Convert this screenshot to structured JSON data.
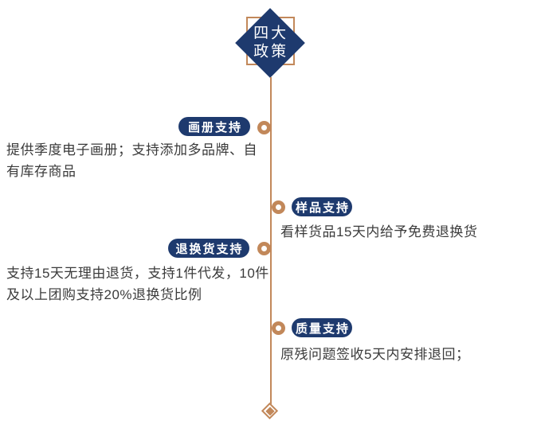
{
  "header": {
    "title_line1": "四大",
    "title_line2": "政策"
  },
  "colors": {
    "navy": "#1e3a6e",
    "tan": "#c2885a",
    "text": "#3b3b3b",
    "background": "#ffffff"
  },
  "sections": [
    {
      "side": "left",
      "label": "画册支持",
      "desc_lines": [
        "提供季度电子画册；支持添加多品牌、自",
        "有库存商品"
      ]
    },
    {
      "side": "right",
      "label": "样品支持",
      "desc_lines": [
        "看样货品15天内给予免费退换货"
      ]
    },
    {
      "side": "left",
      "label": "退换货支持",
      "desc_lines": [
        "支持15天无理由退货，支持1件代发，10件",
        "及以上团购支持20%退换货比例"
      ]
    },
    {
      "side": "right",
      "label": "质量支持",
      "desc_lines": [
        "原残问题签收5天内安排退回；"
      ]
    }
  ]
}
